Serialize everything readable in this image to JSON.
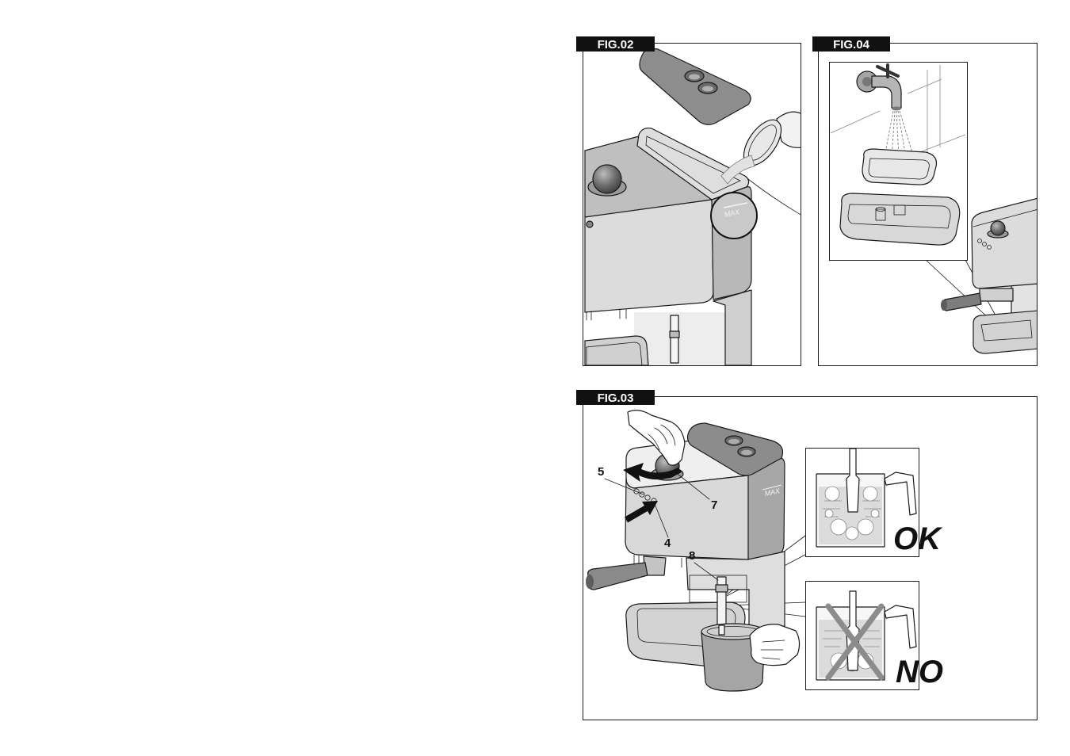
{
  "figures": {
    "fig02": {
      "label": "FIG.02",
      "max_mark": "MAX"
    },
    "fig04": {
      "label": "FIG.04"
    },
    "fig03": {
      "label": "FIG.03",
      "max_mark": "MAX",
      "callouts": [
        "5",
        "7",
        "4",
        "8"
      ],
      "ok_label": "OK",
      "no_label": "NO"
    }
  },
  "colors": {
    "label_bg": "#111111",
    "line": "#1a1a1a",
    "body_light": "#dcdcdc",
    "body_dark": "#8c8c8c"
  }
}
